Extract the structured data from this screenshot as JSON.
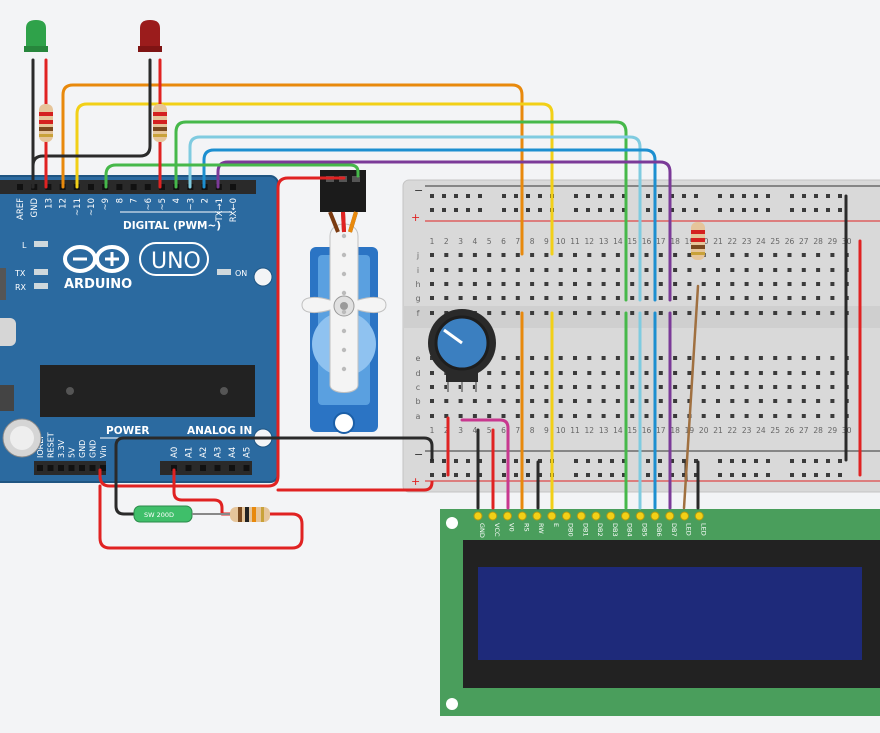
{
  "arduino": {
    "brand": "ARDUINO",
    "model": "UNO",
    "digital_label": "DIGITAL (PWM~)",
    "power_label": "POWER",
    "analog_label": "ANALOG IN",
    "on_label": "ON",
    "l_label": "L",
    "tx_label": "TX",
    "rx_label": "RX",
    "digital_pins": [
      "AREF",
      "GND",
      "13",
      "12",
      "~11",
      "~10",
      "~9",
      "8",
      "7",
      "~6",
      "~5",
      "4",
      "~3",
      "2",
      "TX→1",
      "RX←0"
    ],
    "power_pins": [
      "IOREF",
      "RESET",
      "3.3V",
      "5V",
      "GND",
      "GND",
      "Vin"
    ],
    "analog_pins": [
      "A0",
      "A1",
      "A2",
      "A3",
      "A4",
      "A5"
    ]
  },
  "breadboard": {
    "columns": [
      "1",
      "2",
      "3",
      "4",
      "5",
      "6",
      "7",
      "8",
      "9",
      "10",
      "11",
      "12",
      "13",
      "14",
      "15",
      "16",
      "17",
      "18",
      "19",
      "20",
      "21",
      "22",
      "23",
      "24",
      "25",
      "26",
      "27",
      "28",
      "29",
      "30"
    ],
    "rows_top": [
      "j",
      "i",
      "h",
      "g",
      "f"
    ],
    "rows_bottom": [
      "e",
      "d",
      "c",
      "b",
      "a"
    ],
    "minus": "−",
    "plus": "+"
  },
  "sensor": {
    "label": "SW 200D"
  },
  "lcd": {
    "pins": [
      "GND",
      "VCC",
      "V0",
      "RS",
      "RW",
      "E",
      "DB0",
      "DB1",
      "DB2",
      "DB3",
      "DB4",
      "DB5",
      "DB6",
      "DB7",
      "LED",
      "LED"
    ]
  },
  "colors": {
    "arduino": "#2b6aa0",
    "wire_orange": "#e8890c",
    "wire_yellow": "#f2d017",
    "wire_green": "#46b84a",
    "wire_lightblue": "#7fcbe0",
    "wire_blue": "#1d8fd0",
    "wire_purple": "#7b3a98",
    "wire_black": "#2a2a2a",
    "wire_red": "#e02222",
    "wire_pink": "#c8388f",
    "wire_brown": "#a07040",
    "lcd_board": "#4a9e5c",
    "lcd_screen": "#1e2a7a"
  },
  "components": {
    "led_green": "green-led",
    "led_red": "red-led",
    "servo": "servo-motor",
    "potentiometer": "potentiometer",
    "tilt_sensor": "tilt-sensor"
  }
}
